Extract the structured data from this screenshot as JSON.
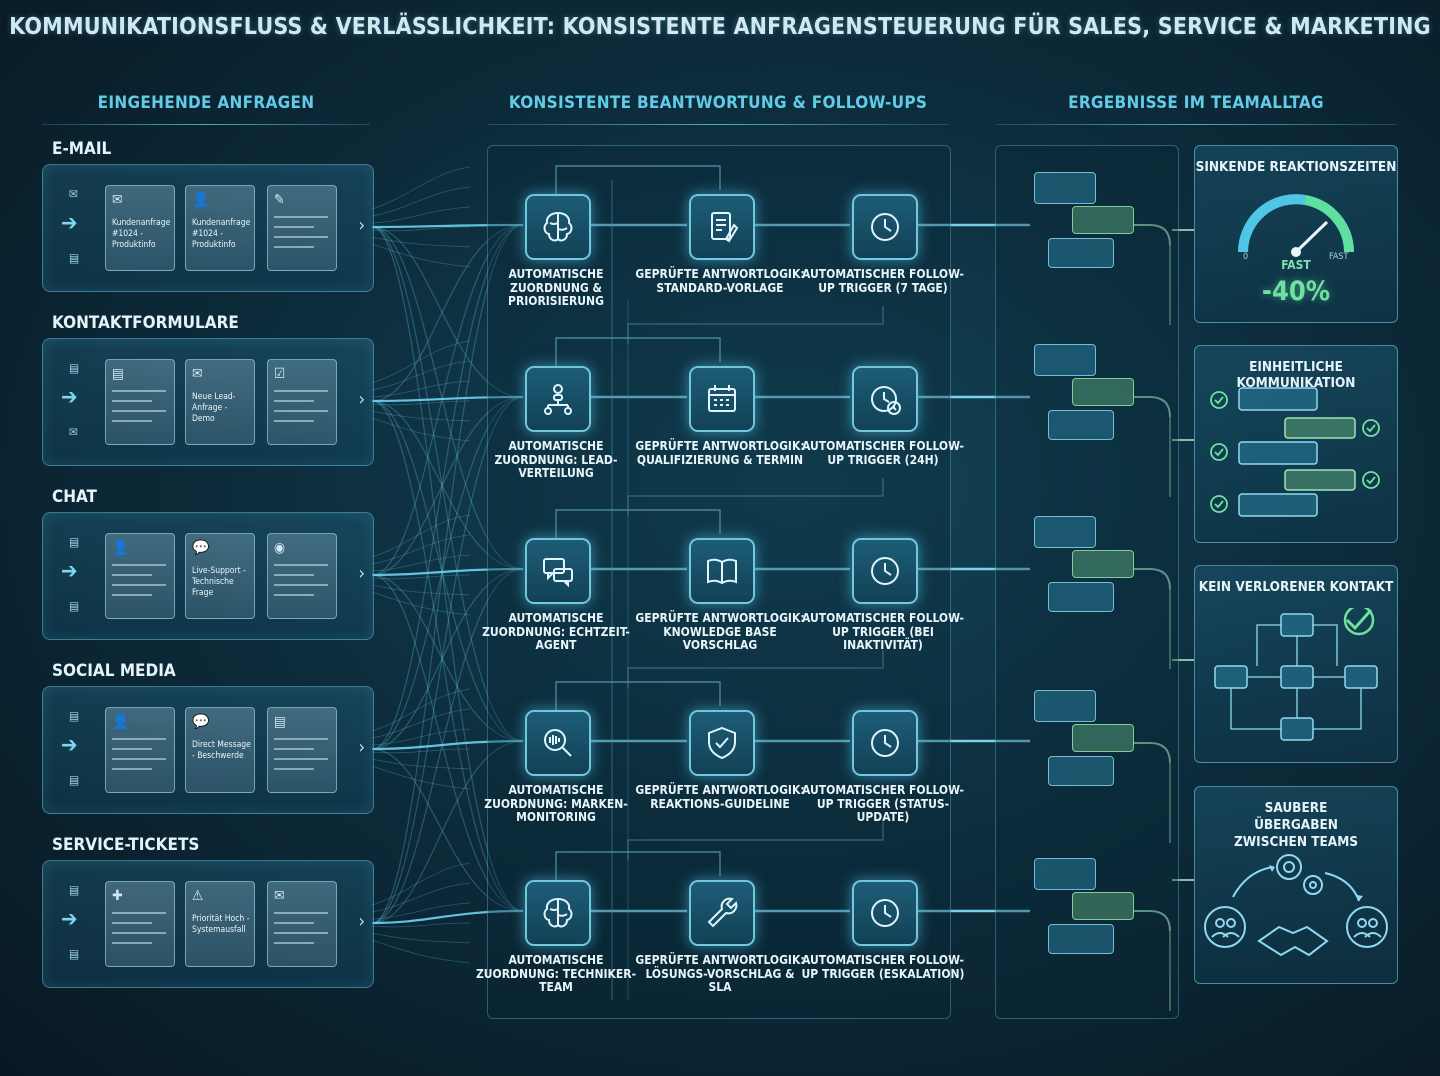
{
  "title": "KOMMUNIKATIONSFLUSS & VERLÄSSLICHKEIT: KONSISTENTE ANFRAGENSTEUERUNG FÜR SALES, SERVICE & MARKETING",
  "columns": {
    "incoming": "EINGEHENDE ANFRAGEN",
    "processing": "KONSISTENTE BEANTWORTUNG & FOLLOW-UPS",
    "results": "ERGEBNISSE IM TEAMALLTAG"
  },
  "channels": [
    {
      "label": "E-MAIL",
      "card_a": "Kundenanfrage #1024 - Produktinfo",
      "card_b": "Kundenanfrage #1024 - Produktinfo"
    },
    {
      "label": "KONTAKTFORMULARE",
      "card_a": "",
      "card_b": "Neue Lead-Anfrage - Demo"
    },
    {
      "label": "CHAT",
      "card_a": "",
      "card_b": "Live-Support - Technische Frage"
    },
    {
      "label": "SOCIAL MEDIA",
      "card_a": "",
      "card_b": "Direct Message - Beschwerde"
    },
    {
      "label": "SERVICE-TICKETS",
      "card_a": "",
      "card_b": "Priorität Hoch - Systemausfall"
    }
  ],
  "flows": [
    {
      "assign": "AUTOMATISCHE ZUORDNUNG & PRIORISIERUNG",
      "logic": "GEPRÜFTE ANTWORTLOGIK: STANDARD-VORLAGE",
      "followup": "AUTOMATISCHER FOLLOW-UP TRIGGER (7 TAGE)"
    },
    {
      "assign": "AUTOMATISCHE ZUORDNUNG: LEAD-VERTEILUNG",
      "logic": "GEPRÜFTE ANTWORTLOGIK: QUALIFIZIERUNG & TERMIN",
      "followup": "AUTOMATISCHER FOLLOW-UP TRIGGER (24H)"
    },
    {
      "assign": "AUTOMATISCHE ZUORDNUNG: ECHTZEIT-AGENT",
      "logic": "GEPRÜFTE ANTWORTLOGIK: KNOWLEDGE BASE VORSCHLAG",
      "followup": "AUTOMATISCHER FOLLOW-UP TRIGGER (BEI INAKTIVITÄT)"
    },
    {
      "assign": "AUTOMATISCHE ZUORDNUNG: MARKEN-MONITORING",
      "logic": "GEPRÜFTE ANTWORTLOGIK: REAKTIONS-GUIDELINE",
      "followup": "AUTOMATISCHER FOLLOW-UP TRIGGER (STATUS-UPDATE)"
    },
    {
      "assign": "AUTOMATISCHE ZUORDNUNG: TECHNIKER-TEAM",
      "logic": "GEPRÜFTE ANTWORTLOGIK: LÖSUNGS-VORSCHLAG & SLA",
      "followup": "AUTOMATISCHER FOLLOW-UP TRIGGER (ESKALATION)"
    }
  ],
  "results": {
    "response_time": {
      "title": "SINKENDE REAKTIONSZEITEN",
      "gauge_min": "0",
      "gauge_max": "FAST",
      "gauge_label": "FAST",
      "value": "-40%"
    },
    "consistent": {
      "title": "EINHEITLICHE KOMMUNIKATION"
    },
    "no_loss": {
      "title": "KEIN VERLORENER KONTAKT"
    },
    "handover": {
      "title": "SAUBERE ÜBERGABEN ZWISCHEN TEAMS"
    }
  },
  "colors": {
    "accent": "#62cbe6",
    "success": "#6fe0a0",
    "background": "#0a1f2c"
  }
}
